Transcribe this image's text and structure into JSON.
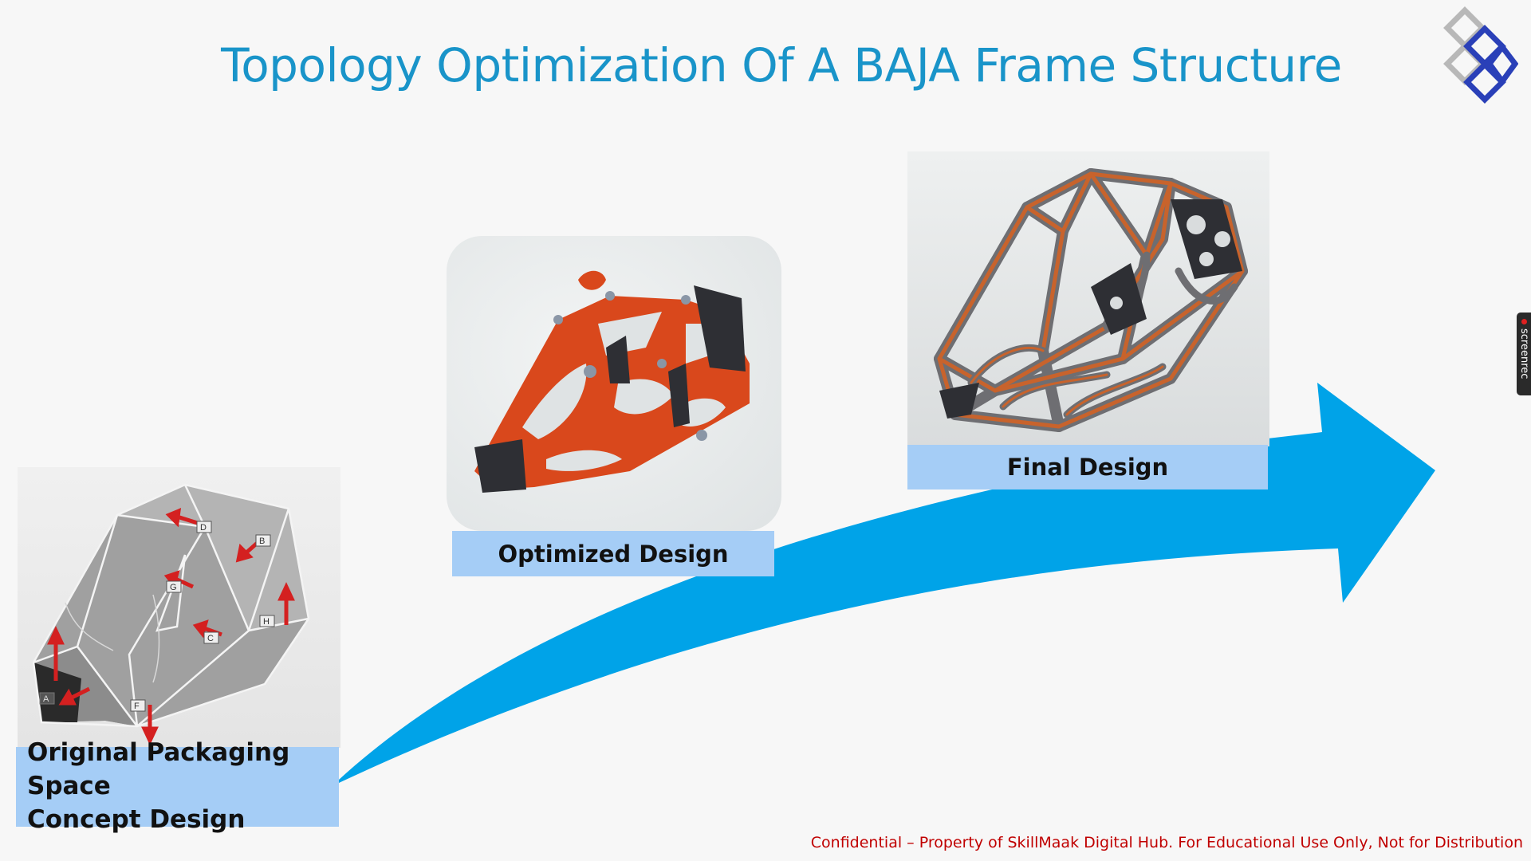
{
  "slide": {
    "title": "Topology Optimization Of A BAJA Frame Structure",
    "footer": "Confidential – Property of SkillMaak Digital Hub. For Educational Use Only, Not for Distribution"
  },
  "stages": {
    "final": {
      "label": "Final Design"
    },
    "optimized": {
      "label": "Optimized Design"
    },
    "original": {
      "label_line1": "Original Packaging Space",
      "label_line2": "Concept Design"
    }
  },
  "load_markers": [
    "A",
    "B",
    "C",
    "D",
    "F",
    "G",
    "H"
  ],
  "recorder": {
    "text": "screenrec"
  },
  "colors": {
    "title": "#1994c9",
    "arrow": "#00a3e8",
    "caption_bg": "#a5cdf6",
    "footer": "#c00000",
    "material": "#d9481c",
    "load_arrow": "#d42020"
  },
  "icons": {
    "logo": "diamond-grid-logo-icon",
    "progress_arrow": "curved-arrow-icon"
  }
}
